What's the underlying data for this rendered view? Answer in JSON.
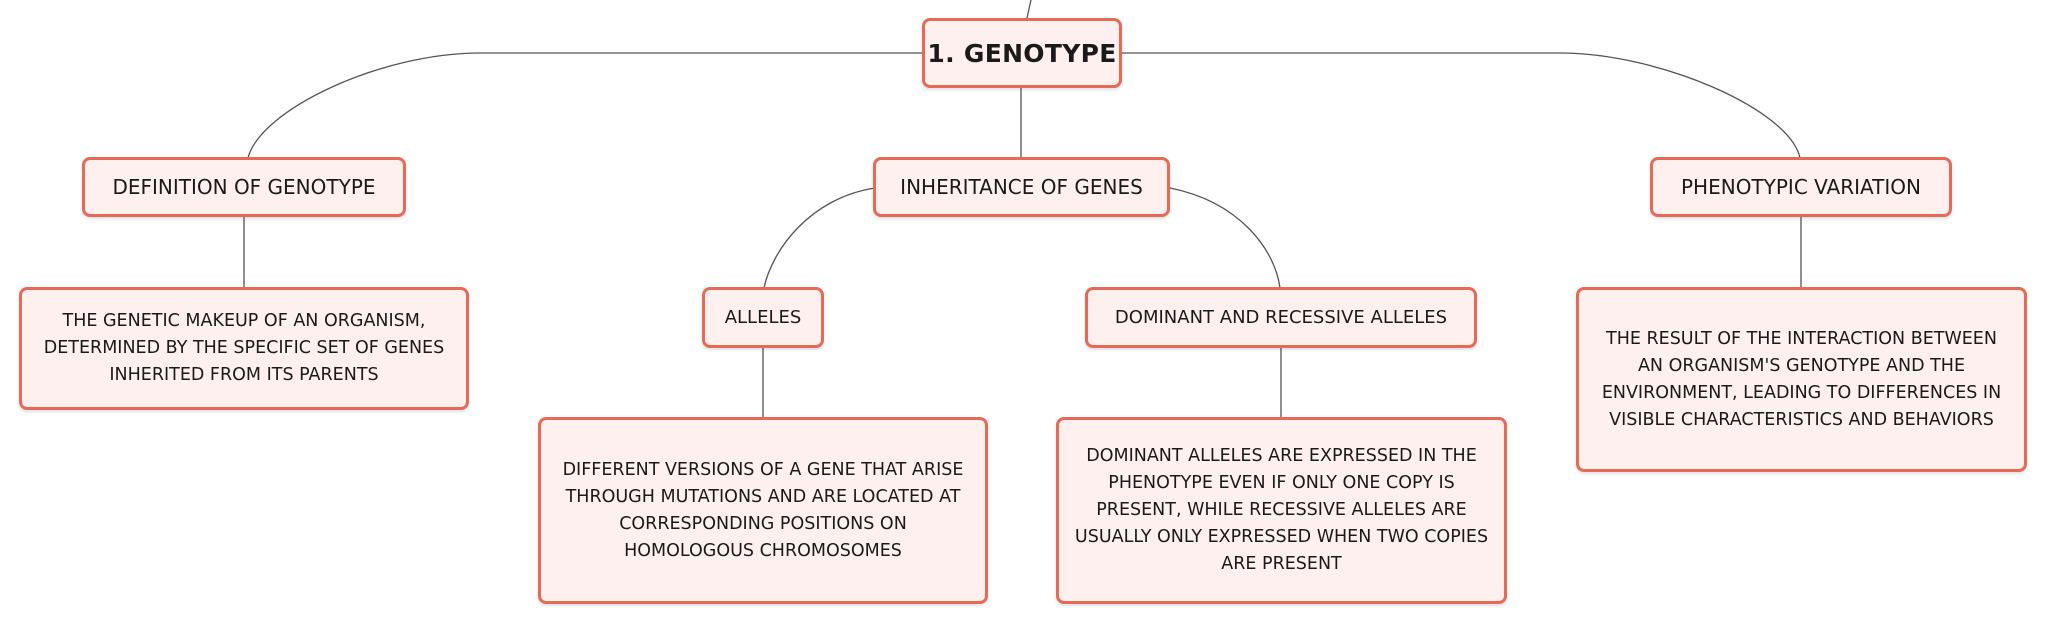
{
  "diagram": {
    "root": {
      "label": "1. GENOTYPE"
    },
    "topics": [
      {
        "label": "DEFINITION OF GENOTYPE",
        "detail": "THE GENETIC MAKEUP OF AN ORGANISM, DETERMINED BY THE SPECIFIC SET OF GENES INHERITED FROM ITS PARENTS"
      },
      {
        "label": "INHERITANCE OF GENES",
        "children": [
          {
            "label": "ALLELES",
            "detail": "DIFFERENT VERSIONS OF A GENE THAT ARISE THROUGH MUTATIONS AND ARE LOCATED AT CORRESPONDING POSITIONS ON HOMOLOGOUS CHROMOSOMES"
          },
          {
            "label": "DOMINANT AND RECESSIVE ALLELES",
            "detail": "DOMINANT ALLELES ARE EXPRESSED IN THE PHENOTYPE EVEN IF ONLY ONE COPY IS PRESENT, WHILE RECESSIVE ALLELES ARE USUALLY ONLY EXPRESSED WHEN TWO COPIES ARE PRESENT"
          }
        ]
      },
      {
        "label": "PHENOTYPIC VARIATION",
        "detail": "THE RESULT OF THE INTERACTION BETWEEN AN ORGANISM'S GENOTYPE AND THE ENVIRONMENT, LEADING TO DIFFERENCES IN VISIBLE CHARACTERISTICS AND BEHAVIORS"
      }
    ]
  },
  "colors": {
    "node_fill": "#fdf0ee",
    "node_border": "#e76a57",
    "connector": "#555555"
  }
}
